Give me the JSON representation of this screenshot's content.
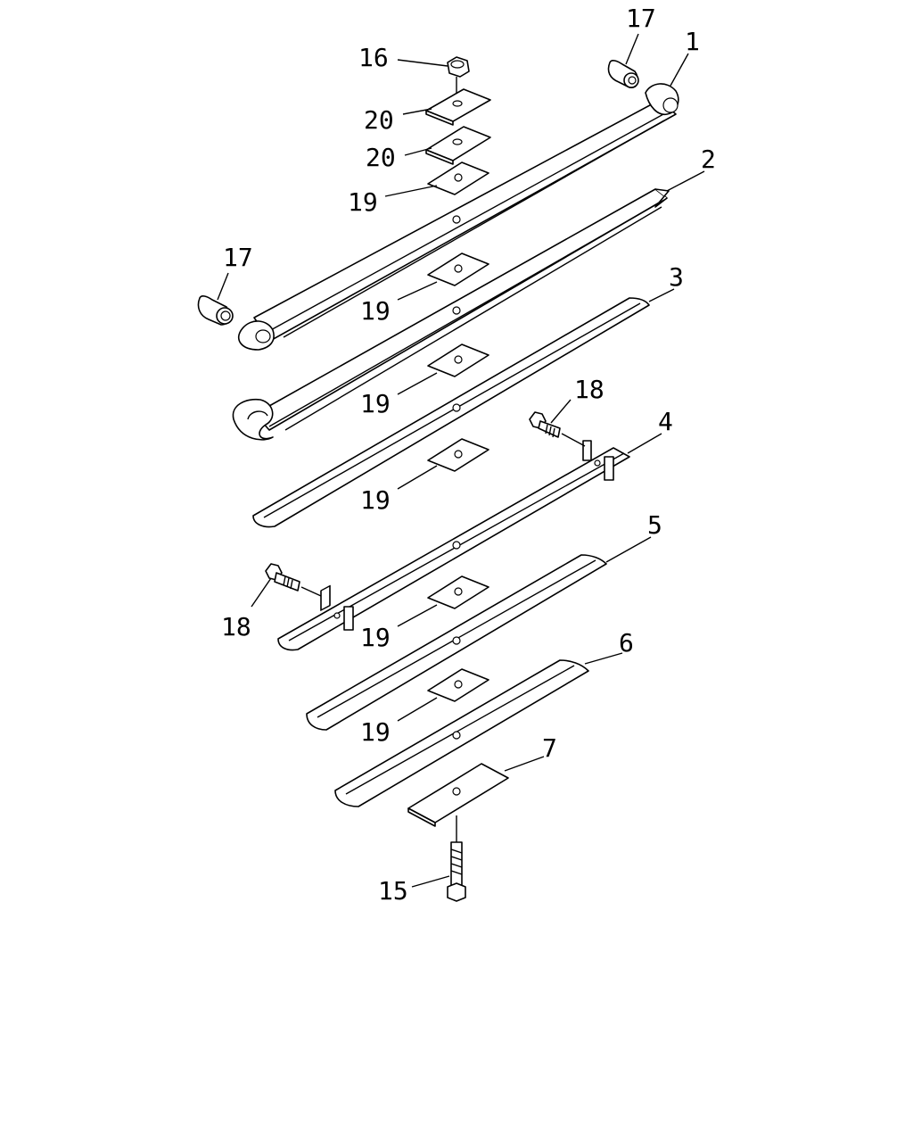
{
  "labels": {
    "p1": "1",
    "p2": "2",
    "p3": "3",
    "p4": "4",
    "p5": "5",
    "p6": "6",
    "p7": "7",
    "p15": "15",
    "p16": "16",
    "p17a": "17",
    "p17b": "17",
    "p18a": "18",
    "p18b": "18",
    "p19a": "19",
    "p19b": "19",
    "p19c": "19",
    "p19d": "19",
    "p19e": "19",
    "p19f": "19",
    "p20a": "20",
    "p20b": "20"
  }
}
